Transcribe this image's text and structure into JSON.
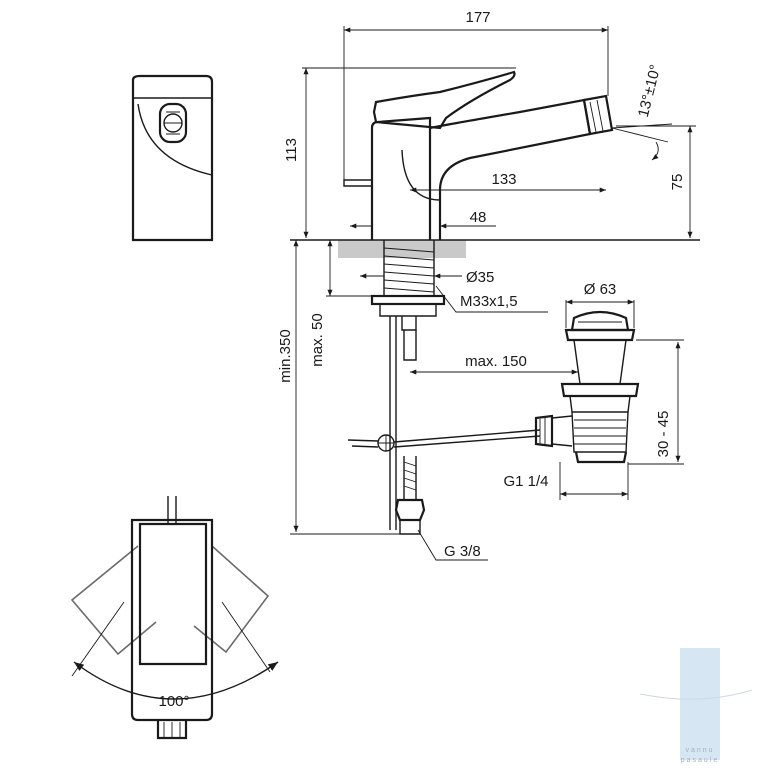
{
  "dimensions": {
    "overall_length": "177",
    "spout_angle": "13°±10°",
    "overall_height": "113",
    "spout_reach": "133",
    "spout_height": "75",
    "base_offset": "48",
    "body_diameter": "Ø35",
    "thread": "M33x1,5",
    "max_deck_thickness": "max. 50",
    "min_length": "min.350",
    "waste_diameter": "Ø 63",
    "max_rod_length": "max. 150",
    "waste_range": "30 - 45",
    "waste_thread": "G1 1/4",
    "hose_thread": "G 3/8",
    "lever_rotation": "100°"
  },
  "watermark": {
    "text_line1": "vannu",
    "text_line2": "pasaule",
    "bar_color": "#d7e6f3"
  },
  "colors": {
    "line": "#1a1a1a",
    "deck_fill": "#c9c9c9",
    "ghost_line": "#6b6b6b"
  }
}
